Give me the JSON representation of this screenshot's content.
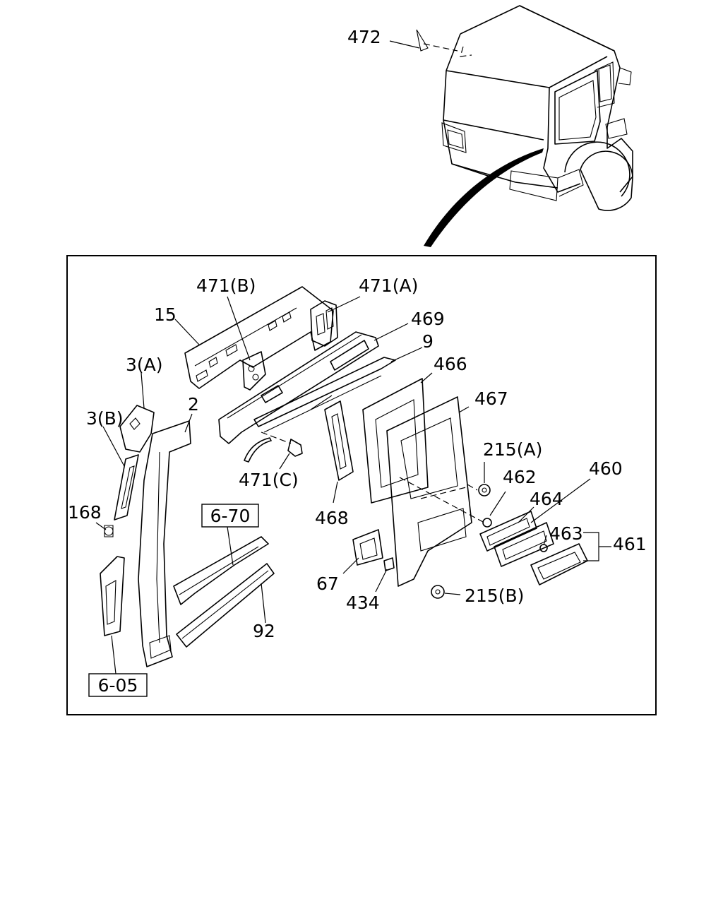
{
  "callouts": {
    "c472": "472",
    "c471b": "471(B)",
    "c471a": "471(A)",
    "c15": "15",
    "c469": "469",
    "c9": "9",
    "c466": "466",
    "c3a": "3(A)",
    "c2": "2",
    "c467": "467",
    "c3b": "3(B)",
    "c215a": "215(A)",
    "c471c": "471(C)",
    "c462": "462",
    "c460": "460",
    "c168": "168",
    "c464": "464",
    "c468": "468",
    "c463": "463",
    "c461": "461",
    "c67": "67",
    "c92": "92",
    "c215b": "215(B)",
    "c434": "434"
  },
  "refs": {
    "r670": "6-70",
    "r605": "6-05"
  }
}
